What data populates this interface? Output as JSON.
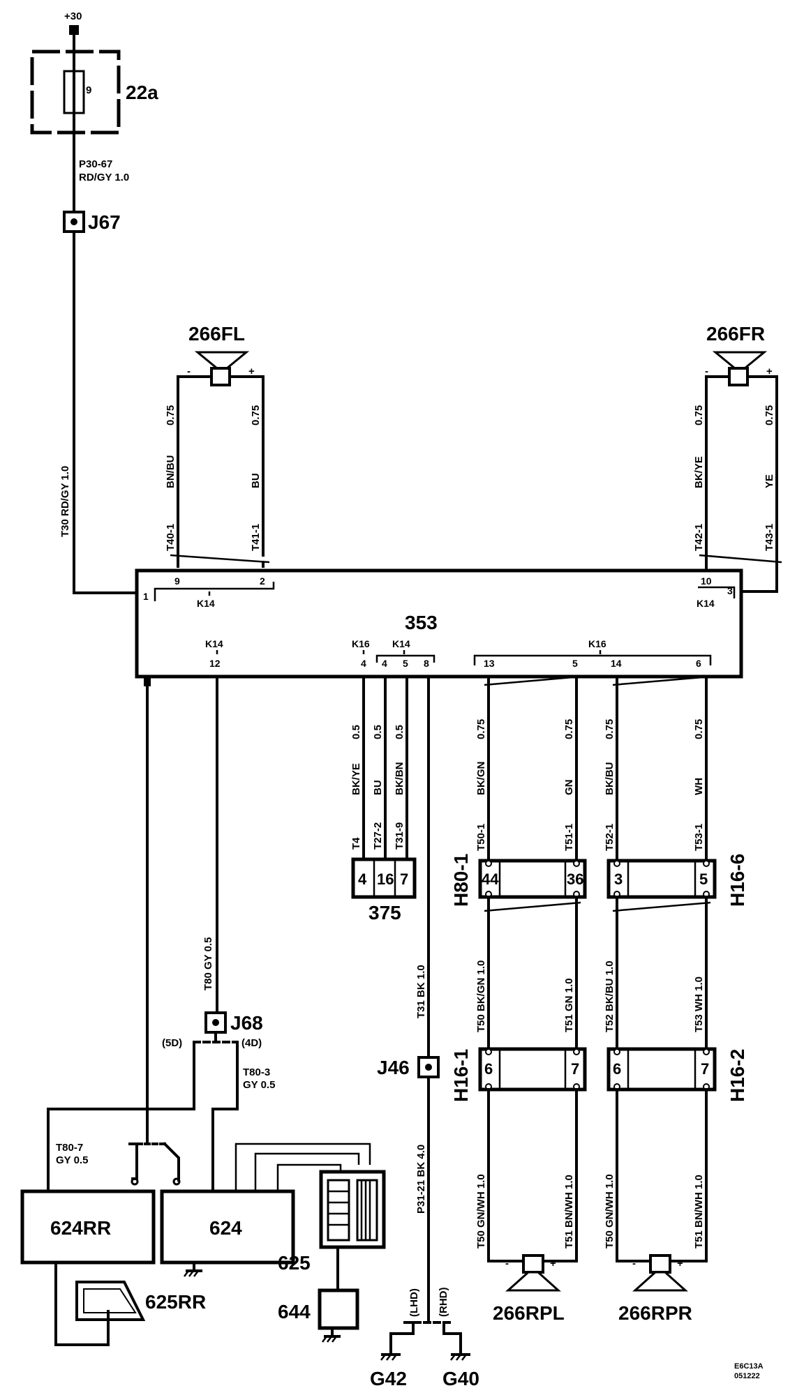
{
  "supply": {
    "label": "+30"
  },
  "fuse": {
    "number": "9",
    "id": "22a"
  },
  "wire_main": {
    "line1": "P30-67",
    "line2": "RD/GY   1.0"
  },
  "splices": {
    "j67": "J67",
    "j68": "J68",
    "j46": "J46"
  },
  "wire_t30": "T30  RD/GY  1.0",
  "speakers": {
    "fl": "266FL",
    "fr": "266FR",
    "rpl": "266RPL",
    "rpr": "266RPR",
    "minus": "-",
    "plus": "+"
  },
  "fl_wires": [
    {
      "size": "0.75",
      "color": "BN/BU",
      "term": "T40-1"
    },
    {
      "size": "0.75",
      "color": "BU",
      "term": "T41-1"
    }
  ],
  "fr_wires": [
    {
      "size": "0.75",
      "color": "BK/YE",
      "term": "T42-1"
    },
    {
      "size": "0.75",
      "color": "YE",
      "term": "T43-1"
    }
  ],
  "unit": {
    "id": "353",
    "pins_top_left": [
      "1",
      "9",
      "2"
    ],
    "pins_top_right": [
      "10",
      "3"
    ],
    "k14": "K14",
    "k16": "K16",
    "pins_bottom": [
      "12",
      "4",
      "4",
      "5",
      "8",
      "13",
      "5",
      "14",
      "6"
    ]
  },
  "center_wires": [
    {
      "size": "0.5",
      "color": "BK/YE",
      "term": "T4"
    },
    {
      "size": "0.5",
      "color": "BU",
      "term": "T27-2"
    },
    {
      "size": "0.5",
      "color": "BK/BN",
      "term": "T31-9"
    }
  ],
  "conn375": {
    "id": "375",
    "pins": [
      "4",
      "16",
      "7"
    ]
  },
  "rear_upper_wires": [
    {
      "size": "0.75",
      "color": "BK/GN",
      "term": "T50-1"
    },
    {
      "size": "0.75",
      "color": "GN",
      "term": "T51-1"
    },
    {
      "size": "0.75",
      "color": "BK/BU",
      "term": "T52-1"
    },
    {
      "size": "0.75",
      "color": "WH",
      "term": "T53-1"
    }
  ],
  "connectors": {
    "h80": "H80-1",
    "h16_6": "H16-6",
    "h16_1": "H16-1",
    "h16_2": "H16-2"
  },
  "h80_pins": [
    "44",
    "36"
  ],
  "h16_6_pins": [
    "3",
    "5"
  ],
  "h16_1_pins": [
    "6",
    "7"
  ],
  "h16_2_pins": [
    "6",
    "7"
  ],
  "rear_mid_wires": [
    "T50  BK/GN  1.0",
    "T51  GN  1.0",
    "T52  BK/BU  1.0",
    "T53  WH  1.0"
  ],
  "rear_low_wires": [
    "T50   GN/WH  1.0",
    "T51   BN/WH  1.0",
    "T50   GN/WH  1.0",
    "T51   BN/WH  1.0"
  ],
  "wire_t80": "T80  GY  0.5",
  "wire_t31": "T31  BK  1.0",
  "wire_p31": "P31-21  BK  4.0",
  "branch_5d": "(5D)",
  "branch_4d": "(4D)",
  "wire_t80_3": {
    "line1": "T80-3",
    "line2": "GY  0.5"
  },
  "wire_t80_7": {
    "line1": "T80-7",
    "line2": "GY  0.5"
  },
  "modules": {
    "m624rr": "624RR",
    "m624": "624",
    "m625": "625",
    "m625rr": "625RR",
    "m644": "644"
  },
  "grounds": {
    "g42": "G42",
    "g40": "G40",
    "lhd": "(LHD)",
    "rhd": "(RHD)"
  },
  "ref": {
    "code": "E6C13A",
    "date": "051222"
  }
}
